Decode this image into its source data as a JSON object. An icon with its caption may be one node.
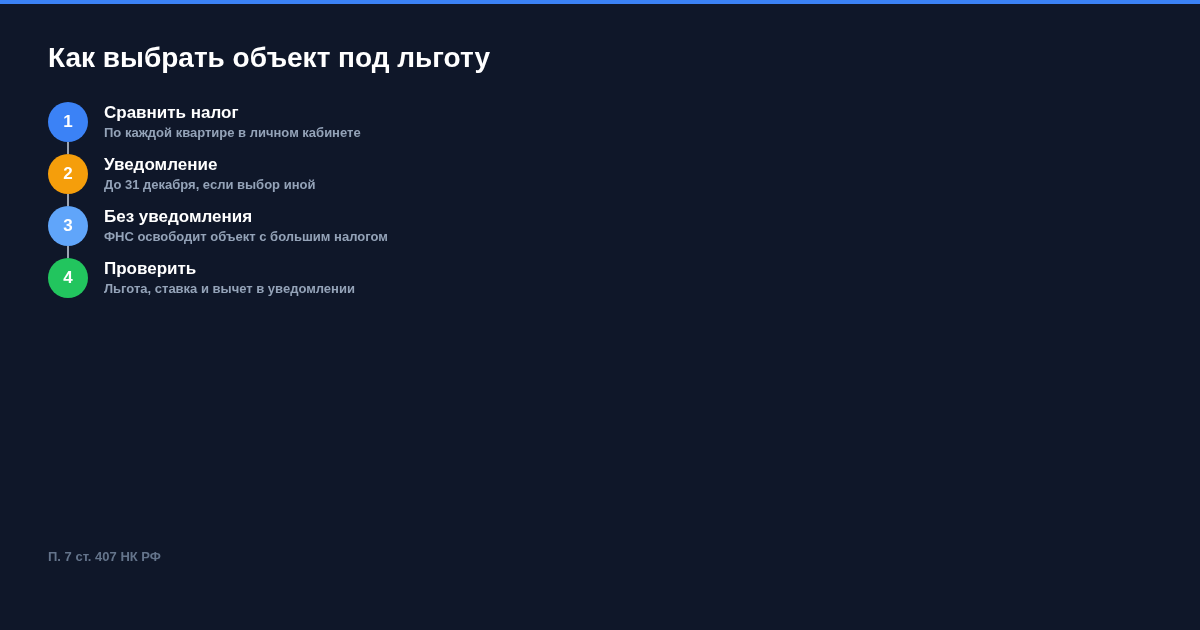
{
  "diagram": {
    "title": "Как выбрать объект под льготу",
    "nodes": [
      {
        "text": [
          "1"
        ],
        "beside": [
          "Сравнить налог",
          "По каждой квартире в личном кабинете"
        ]
      },
      {
        "text": [
          "2"
        ],
        "beside": [
          "Уведомление",
          "До 31 декабря, если выбор иной"
        ]
      },
      {
        "text": [
          "3"
        ],
        "beside": [
          "Без уведомления",
          "ФНС освободит объект с большим налогом"
        ]
      },
      {
        "text": [
          "4"
        ],
        "beside": [
          "Проверить",
          "Льгота, ставка и вычет в уведомлении"
        ]
      }
    ],
    "edges": [
      {
        "from": 0,
        "to": 1,
        "arrow": "none"
      },
      {
        "from": 1,
        "to": 2,
        "arrow": "none"
      },
      {
        "from": 2,
        "to": 3,
        "arrow": "none"
      }
    ],
    "labels": [
      "П. 7 ст. 407 НК РФ"
    ]
  }
}
